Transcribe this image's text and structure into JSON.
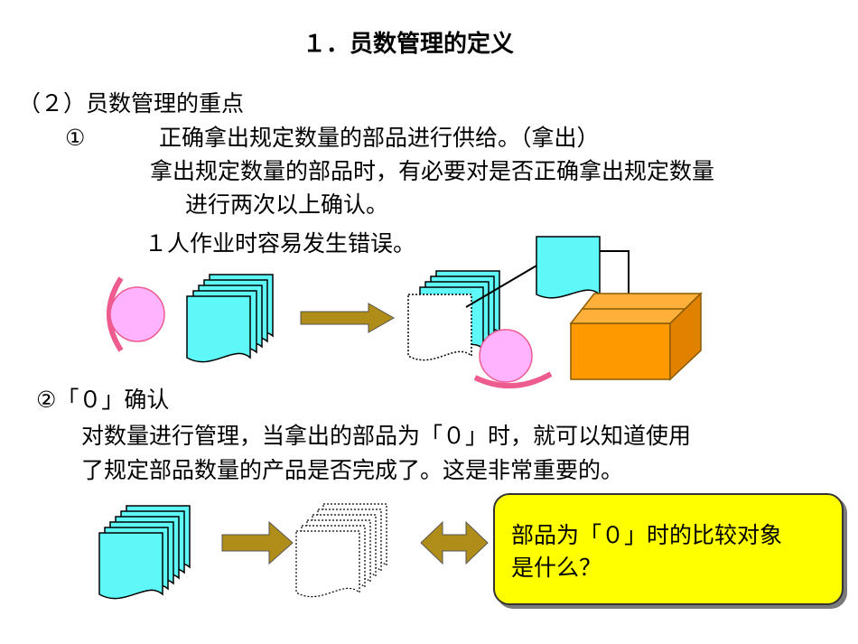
{
  "title": "１．员数管理的定义",
  "section_heading": "（２）员数管理的重点",
  "item1": {
    "marker": "①",
    "heading": "正确拿出规定数量的部品进行供给。（拿出）",
    "desc_line1": "拿出规定数量的部品时，有必要对是否正确拿出规定数量",
    "desc_line2": "进行两次以上确认。",
    "note": "１人作业时容易发生错误。"
  },
  "item2": {
    "heading": "②「０」确认",
    "desc_line1": "对数量进行管理，当拿出的部品为「０」时，就可以知道使用",
    "desc_line2": "了规定部品数量的产品是否完成了。这是非常重要的。"
  },
  "callout": {
    "line1": "部品为「０」时的比较对象",
    "line2": "是什么？"
  },
  "colors": {
    "doc_fill": "#5ff8f8",
    "arrow_fill": "#b08d18",
    "box_fill": "#ff9900",
    "person_fill": "#ffb3ff",
    "person_arc": "#ee5b8f",
    "callout_fill": "#ffff00"
  }
}
